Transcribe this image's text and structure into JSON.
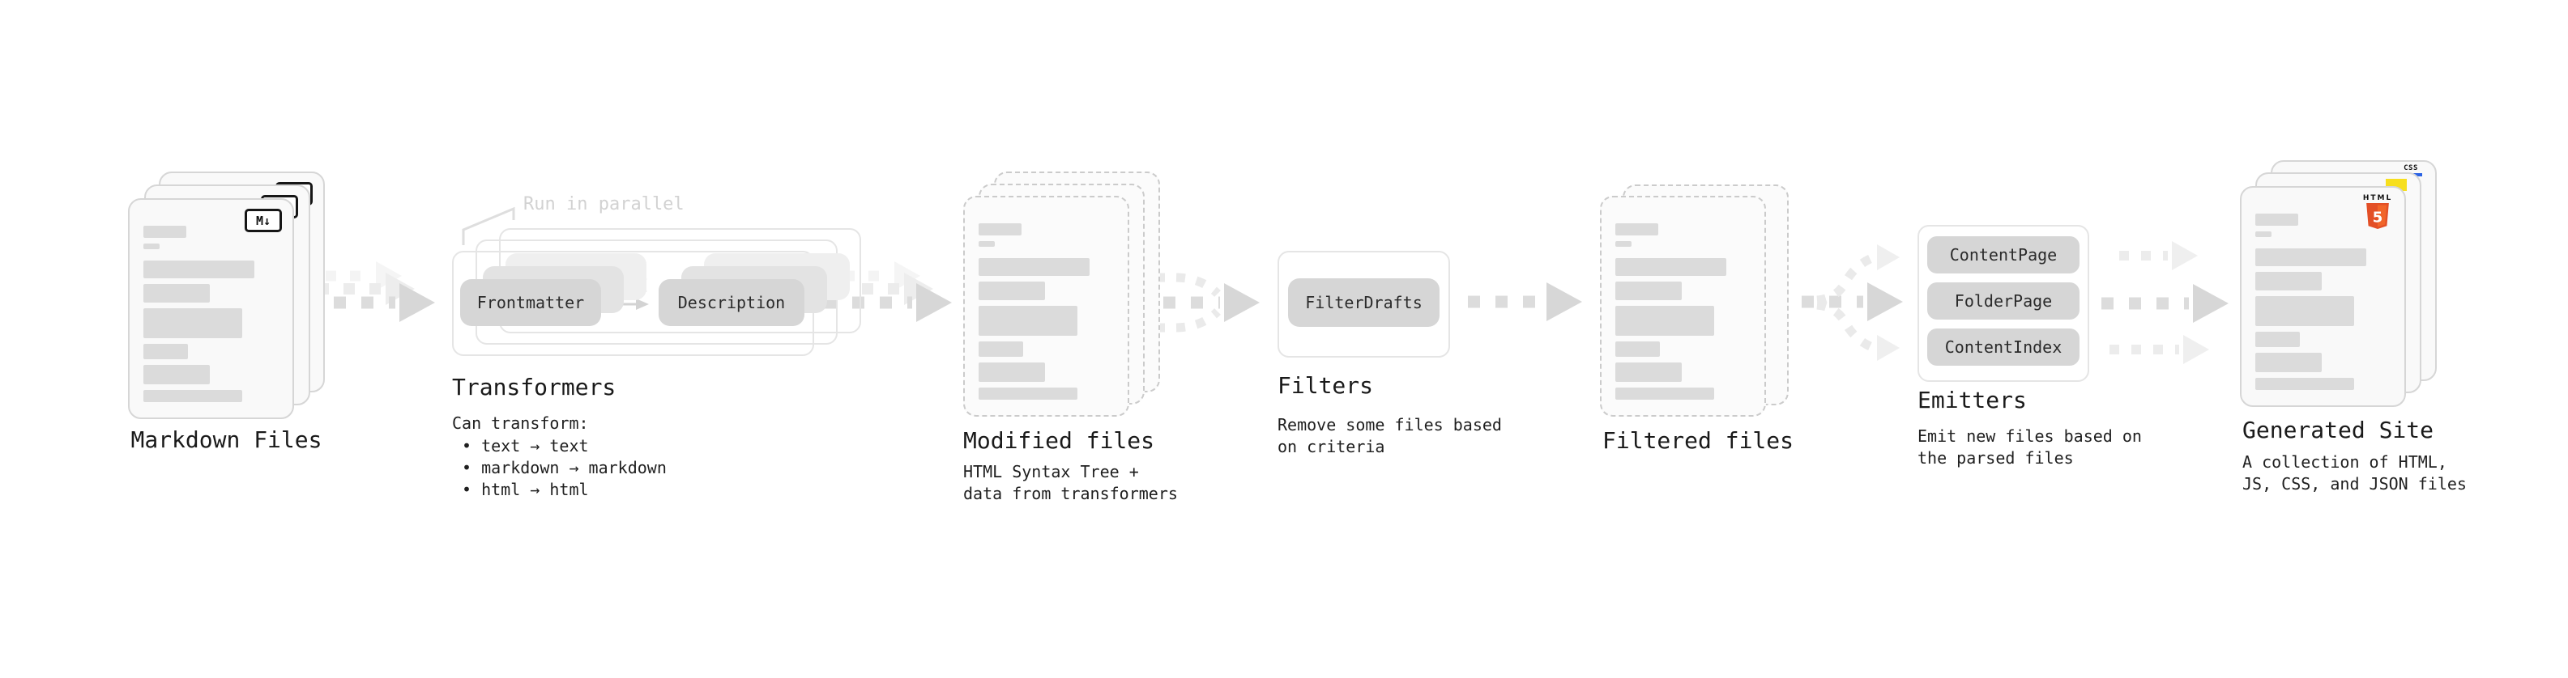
{
  "stages": [
    {
      "id": "markdown-files",
      "label": "Markdown Files",
      "badge": "M↓"
    },
    {
      "id": "transformers",
      "label": "Transformers",
      "annotation": "Run in parallel",
      "pills": [
        "Frontmatter",
        "Description"
      ],
      "note_title": "Can transform:",
      "bullets": [
        "• text → text",
        "• markdown → markdown",
        "• html → html"
      ]
    },
    {
      "id": "modified-files",
      "label": "Modified files",
      "note": "HTML Syntax Tree +\ndata from transformers"
    },
    {
      "id": "filters",
      "label": "Filters",
      "pills": [
        "FilterDrafts"
      ],
      "note": "Remove some files based\non criteria"
    },
    {
      "id": "filtered-files",
      "label": "Filtered files"
    },
    {
      "id": "emitters",
      "label": "Emitters",
      "pills": [
        "ContentPage",
        "FolderPage",
        "ContentIndex"
      ],
      "note": "Emit new files based on\nthe parsed files"
    },
    {
      "id": "generated-site",
      "label": "Generated Site",
      "note": "A collection of HTML,\nJS, CSS, and JSON files",
      "file_type_badges": {
        "css": "CSS",
        "html_label": "HTML",
        "html_number": "5"
      }
    }
  ],
  "colors": {
    "html5_orange": "#e34f26",
    "html5_orange_light": "#f16529",
    "js_yellow": "#f7df1e",
    "css_blue": "#2b63e4",
    "arrow_gray": "#dcdcdc",
    "pill_gray": "#d6d6d6",
    "card_border": "#d6d6d6",
    "annotation_gray": "#d2d2d2"
  }
}
